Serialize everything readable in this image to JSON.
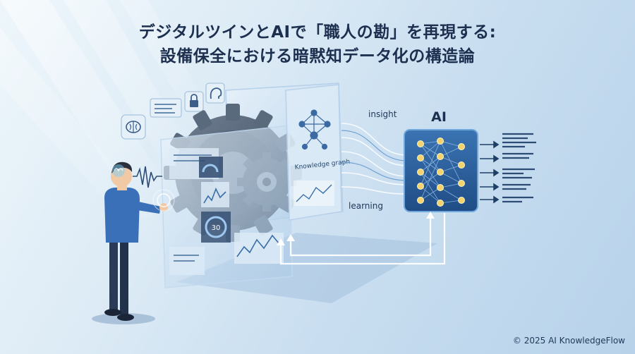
{
  "title": {
    "line1": "デジタルツインとAIで「職人の勘」を再現する:",
    "line2": "設備保全における暗黙知データ化の構造論"
  },
  "labels": {
    "insight": "insight",
    "learning": "learning",
    "ai": "AI",
    "knowledge_graph": "Knowledge graph",
    "gauge_value": "30"
  },
  "icons": [
    "brain-icon",
    "lock-icon",
    "head-ear-icon",
    "cursor-hand-icon"
  ],
  "footer": {
    "copyright": "© 2025 AI KnowledgeFlow"
  },
  "colors": {
    "title": "#1d2f4f",
    "accent": "#2f6fb5",
    "ai_box": "#2a5d9a",
    "node": "#f3d36b"
  }
}
